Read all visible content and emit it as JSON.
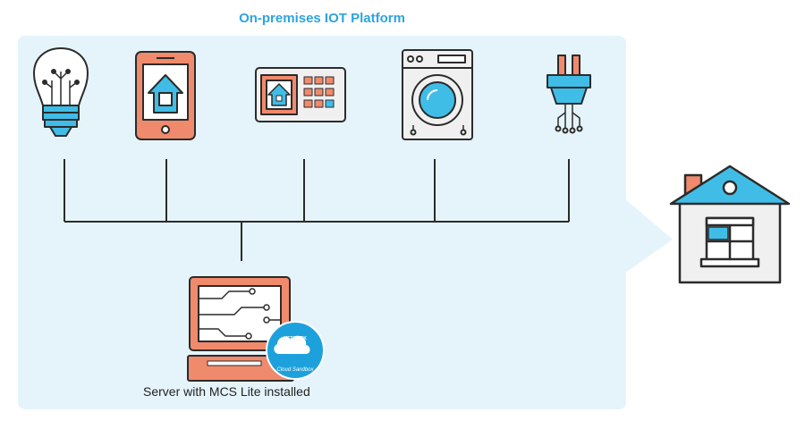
{
  "diagram": {
    "title": "On-premises IOT Platform",
    "server_caption": "Server with MCS Lite installed",
    "logo_brand": "MEDIATEK",
    "logo_product": "Cloud Sandbox"
  },
  "devices": [
    "light-bulb",
    "smartphone-home-app",
    "home-control-panel",
    "washing-machine",
    "smart-plug"
  ],
  "colors": {
    "panel": "#e5f4fb",
    "accent_blue": "#40bde6",
    "coral": "#f08a6c",
    "outline": "#2b2b2b",
    "title": "#2ea3e0"
  }
}
